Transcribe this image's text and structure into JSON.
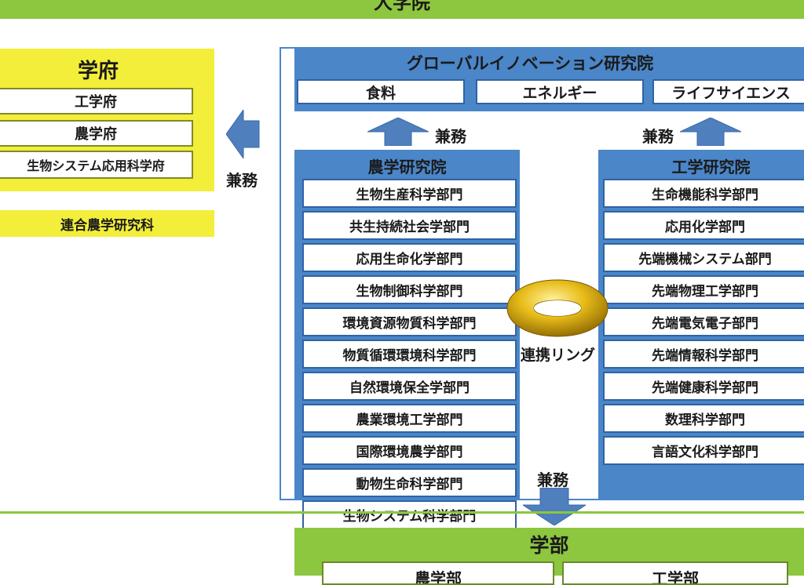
{
  "top_header": {
    "title": "大学院"
  },
  "gakufu": {
    "title": "学府",
    "items": [
      "工学府",
      "農学府",
      "生物システム応用科学府"
    ],
    "joint": "連合農学研究科"
  },
  "kenmu_left": "兼務",
  "global_innovation": {
    "title": "グローバルイノベーション研究院",
    "items": [
      "食料",
      "エネルギー",
      "ライフサイエンス"
    ]
  },
  "kenmu_up_left": "兼務",
  "kenmu_up_right": "兼務",
  "nogaku": {
    "title": "農学研究院",
    "departments": [
      "生物生産科学部門",
      "共生持続社会学部門",
      "応用生命化学部門",
      "生物制御科学部門",
      "環境資源物質科学部門",
      "物質循環環境科学部門",
      "自然環境保全学部門",
      "農業環境工学部門",
      "国際環境農学部門",
      "動物生命科学部門",
      "生物システム科学部門"
    ]
  },
  "kogaku": {
    "title": "工学研究院",
    "departments": [
      "生命機能科学部門",
      "応用化学部門",
      "先端機械システム部門",
      "先端物理工学部門",
      "先端電気電子部門",
      "先端情報科学部門",
      "先端健康科学部門",
      "数理科学部門",
      "言語文化科学部門"
    ]
  },
  "ring": {
    "label": "連携リング"
  },
  "kenmu_down": "兼務",
  "gakubu": {
    "title": "学部",
    "items": [
      "農学部",
      "工学部"
    ]
  },
  "colors": {
    "green": "#8dc63f",
    "yellow": "#f2ee3a",
    "blue": "#4a86c8",
    "arrow": "#4f7fbd",
    "gold": "#d9a800"
  }
}
